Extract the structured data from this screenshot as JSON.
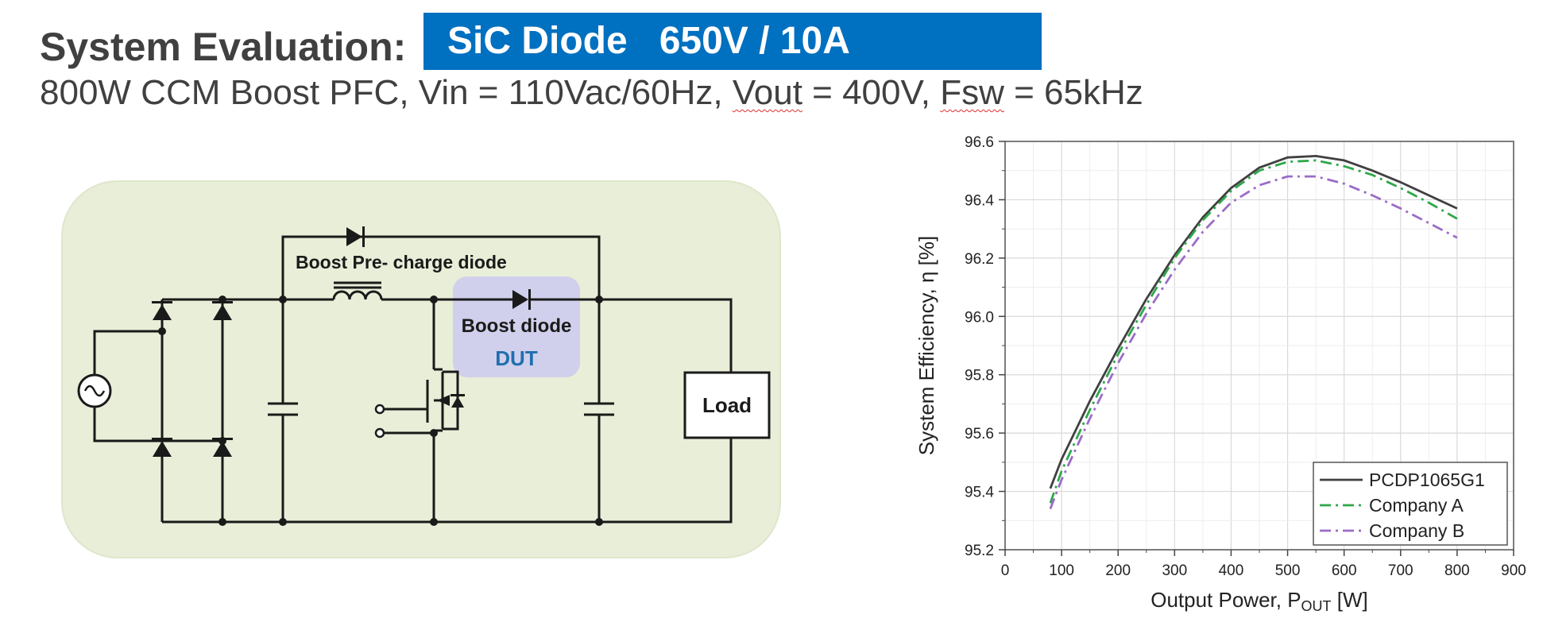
{
  "header": {
    "title": "System Evaluation:",
    "badge": "SiC Diode   650V / 10A",
    "subtitle_parts": [
      "800W CCM Boost PFC, Vin = 110Vac/60Hz, ",
      "Vout",
      " = 400V, ",
      "Fsw",
      " = 65kHz"
    ]
  },
  "circuit": {
    "precharge_label": "Boost Pre- charge diode",
    "boost_label": "Boost diode",
    "dut_label": "DUT",
    "load_label": "Load",
    "background_color": "#e8eed8",
    "dut_highlight_color": "#d0d0ec",
    "dut_text_color": "#1f6fb0"
  },
  "chart_data": {
    "type": "line",
    "xlabel_main": "Output Power, P",
    "xlabel_sub": "OUT",
    "xlabel_unit": " [W]",
    "ylabel": "System Efficiency, η [%]",
    "xlim": [
      0,
      900
    ],
    "ylim": [
      95.2,
      96.6
    ],
    "xticks": [
      "0",
      "100",
      "200",
      "300",
      "400",
      "500",
      "600",
      "700",
      "800",
      "900"
    ],
    "yticks": [
      "95.2",
      "95.4",
      "95.6",
      "95.8",
      "96.0",
      "96.2",
      "96.4",
      "96.6"
    ],
    "grid": true,
    "legend_position": "bottom-right",
    "series": [
      {
        "name": "PCDP1065G1",
        "color": "#404040",
        "dash": "solid",
        "points": [
          [
            80,
            95.41
          ],
          [
            100,
            95.51
          ],
          [
            150,
            95.71
          ],
          [
            200,
            95.89
          ],
          [
            250,
            96.06
          ],
          [
            300,
            96.21
          ],
          [
            350,
            96.34
          ],
          [
            400,
            96.44
          ],
          [
            450,
            96.51
          ],
          [
            500,
            96.545
          ],
          [
            550,
            96.55
          ],
          [
            600,
            96.535
          ],
          [
            650,
            96.5
          ],
          [
            700,
            96.46
          ],
          [
            750,
            96.415
          ],
          [
            800,
            96.37
          ]
        ]
      },
      {
        "name": "Company A",
        "color": "#2ea84a",
        "dash": "dashdot",
        "points": [
          [
            80,
            95.36
          ],
          [
            100,
            95.47
          ],
          [
            150,
            95.68
          ],
          [
            200,
            95.87
          ],
          [
            250,
            96.04
          ],
          [
            300,
            96.2
          ],
          [
            350,
            96.33
          ],
          [
            400,
            96.43
          ],
          [
            450,
            96.5
          ],
          [
            500,
            96.53
          ],
          [
            550,
            96.535
          ],
          [
            600,
            96.515
          ],
          [
            650,
            96.485
          ],
          [
            700,
            96.44
          ],
          [
            750,
            96.39
          ],
          [
            800,
            96.335
          ]
        ]
      },
      {
        "name": "Company B",
        "color": "#9b6cc8",
        "dash": "dashdot",
        "points": [
          [
            80,
            95.34
          ],
          [
            100,
            95.44
          ],
          [
            150,
            95.65
          ],
          [
            200,
            95.84
          ],
          [
            250,
            96.01
          ],
          [
            300,
            96.16
          ],
          [
            350,
            96.29
          ],
          [
            400,
            96.39
          ],
          [
            450,
            96.45
          ],
          [
            500,
            96.48
          ],
          [
            550,
            96.48
          ],
          [
            600,
            96.455
          ],
          [
            650,
            96.415
          ],
          [
            700,
            96.37
          ],
          [
            750,
            96.32
          ],
          [
            800,
            96.27
          ]
        ]
      }
    ]
  }
}
